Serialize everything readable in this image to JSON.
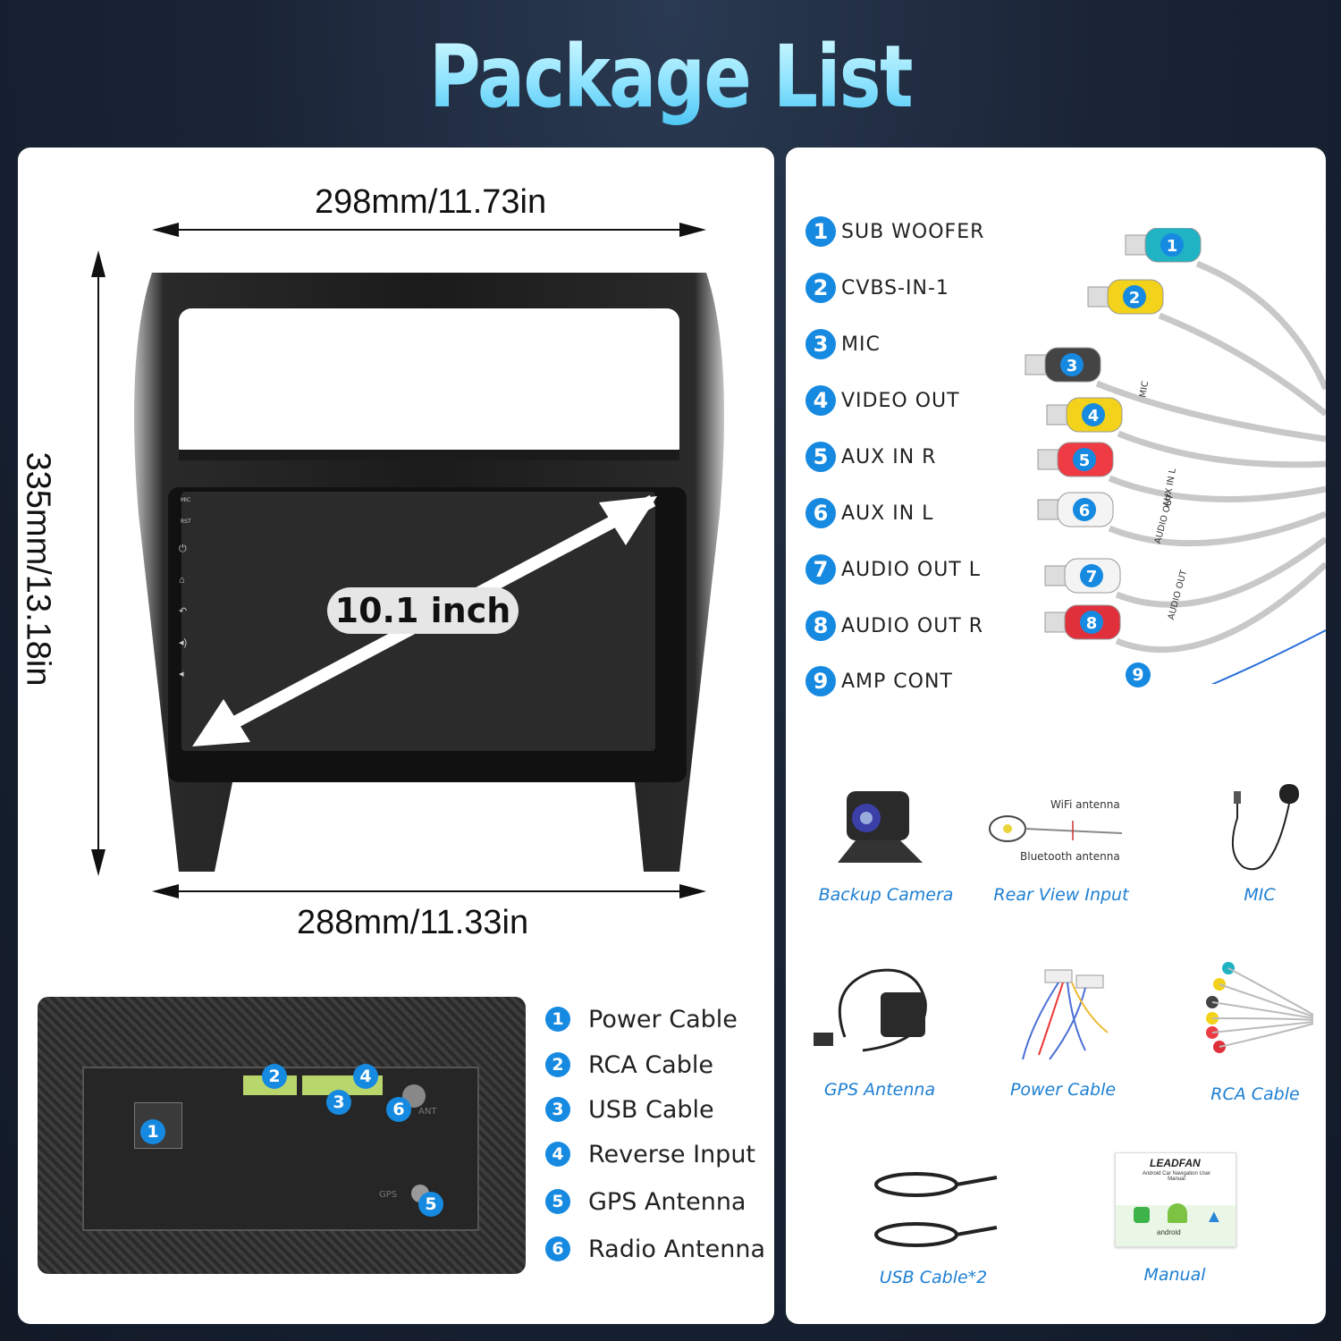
{
  "header": {
    "title": "Package List"
  },
  "dimensions": {
    "top_width": "298mm/11.73in",
    "bottom_width": "288mm/11.33in",
    "height": "335mm/13.18in",
    "screen": "10.1 inch"
  },
  "head_unit": {
    "button_labels": [
      "MIC",
      "RST"
    ]
  },
  "back_panel": {
    "items": [
      {
        "num": "1",
        "label": "Power Cable"
      },
      {
        "num": "2",
        "label": "RCA Cable"
      },
      {
        "num": "3",
        "label": "USB Cable"
      },
      {
        "num": "4",
        "label": "Reverse Input"
      },
      {
        "num": "5",
        "label": "GPS Antenna"
      },
      {
        "num": "6",
        "label": "Radio Antenna"
      }
    ],
    "port_texts": [
      "ANT",
      "GPS"
    ]
  },
  "rca_connectors": {
    "items": [
      {
        "num": "1",
        "label": "SUB WOOFER"
      },
      {
        "num": "2",
        "label": "CVBS-IN-1"
      },
      {
        "num": "3",
        "label": "MIC"
      },
      {
        "num": "4",
        "label": "VIDEO OUT"
      },
      {
        "num": "5",
        "label": "AUX IN R"
      },
      {
        "num": "6",
        "label": "AUX IN L"
      },
      {
        "num": "7",
        "label": "AUDIO OUT L"
      },
      {
        "num": "8",
        "label": "AUDIO OUT R"
      },
      {
        "num": "9",
        "label": "AMP CONT"
      }
    ],
    "tags": [
      "MIC",
      "AUX IN L",
      "AUDIO OUT",
      "AUDIO OUT"
    ],
    "plug_colors": [
      "#1fb3c4",
      "#f2d21a",
      "#444444",
      "#f2d21a",
      "#ee3b44",
      "#f4f4f4",
      "#f4f4f4",
      "#e0303c"
    ]
  },
  "accessories": {
    "backup_camera": "Backup Camera",
    "rear_view_input": "Rear View Input",
    "wifi_antenna": "WiFi antenna",
    "bluetooth_antenna": "Bluetooth antenna",
    "mic": "MIC",
    "gps_antenna": "GPS Antenna",
    "power_cable": "Power Cable",
    "rca_cable": "RCA Cable",
    "usb_cable": "USB Cable*2",
    "manual": "Manual",
    "manual_brand": "LEADFAN",
    "manual_subtitle": "Android Car Navigation User Manual",
    "manual_android": "android"
  },
  "colors": {
    "accent": "#1689e0",
    "label_blue": "#1d7fd3"
  }
}
